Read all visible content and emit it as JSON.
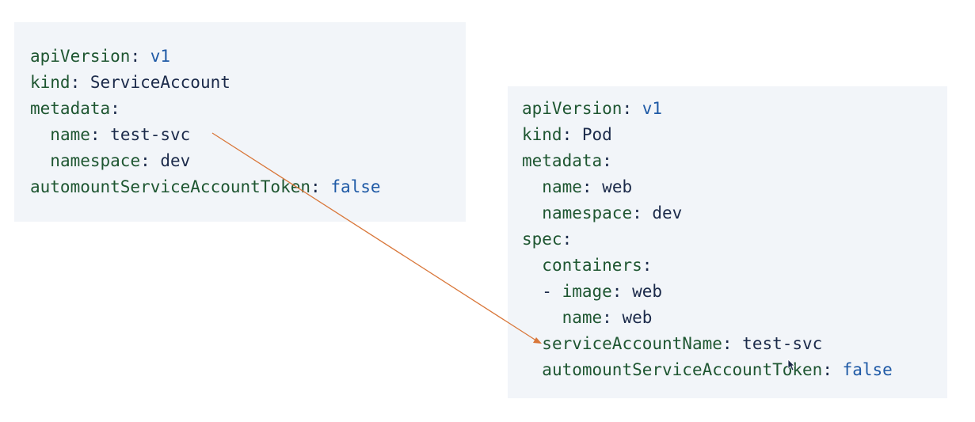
{
  "service_account": {
    "lines": [
      {
        "indent": "",
        "key": "apiVersion",
        "sep": ": ",
        "value": "v1",
        "kind": "kw"
      },
      {
        "indent": "",
        "key": "kind",
        "sep": ": ",
        "value": "ServiceAccount",
        "kind": "val"
      },
      {
        "indent": "",
        "key": "metadata",
        "sep": ":",
        "value": "",
        "kind": "val"
      },
      {
        "indent": "  ",
        "key": "name",
        "sep": ": ",
        "value": "test-svc",
        "kind": "val"
      },
      {
        "indent": "  ",
        "key": "namespace",
        "sep": ": ",
        "value": "dev",
        "kind": "val"
      },
      {
        "indent": "",
        "key": "automountServiceAccountToken",
        "sep": ": ",
        "value": "false",
        "kind": "kw"
      }
    ]
  },
  "pod": {
    "lines": [
      {
        "indent": "",
        "key": "apiVersion",
        "sep": ": ",
        "value": "v1",
        "kind": "kw"
      },
      {
        "indent": "",
        "key": "kind",
        "sep": ": ",
        "value": "Pod",
        "kind": "val"
      },
      {
        "indent": "",
        "key": "metadata",
        "sep": ":",
        "value": "",
        "kind": "val"
      },
      {
        "indent": "  ",
        "key": "name",
        "sep": ": ",
        "value": "web",
        "kind": "val"
      },
      {
        "indent": "  ",
        "key": "namespace",
        "sep": ": ",
        "value": "dev",
        "kind": "val"
      },
      {
        "indent": "",
        "key": "spec",
        "sep": ":",
        "value": "",
        "kind": "val"
      },
      {
        "indent": "  ",
        "key": "containers",
        "sep": ":",
        "value": "",
        "kind": "val"
      },
      {
        "indent": "  - ",
        "key": "image",
        "sep": ": ",
        "value": "web",
        "kind": "val"
      },
      {
        "indent": "    ",
        "key": "name",
        "sep": ": ",
        "value": "web",
        "kind": "val"
      },
      {
        "indent": "  ",
        "key": "serviceAccountName",
        "sep": ": ",
        "value": "test-svc",
        "kind": "val"
      },
      {
        "indent": "  ",
        "key": "automountServiceAccountToken",
        "sep": ": ",
        "value": "false",
        "kind": "kw"
      }
    ]
  },
  "colors": {
    "arrow": "#d9773a",
    "block_bg": "#f2f5f9",
    "key": "#1e5631",
    "value": "#1b2a4a",
    "keyword": "#1f5aa6"
  },
  "icons": {
    "arrow": "arrow-connector-icon",
    "cursor": "mouse-pointer-icon"
  }
}
